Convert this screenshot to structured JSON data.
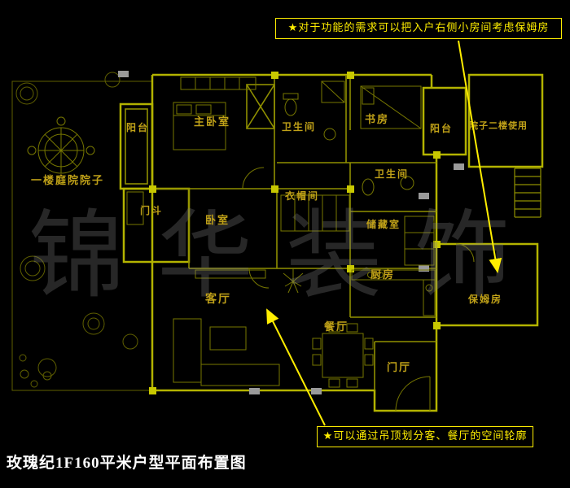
{
  "title": "玫瑰纪1F160平米户型平面布置图",
  "watermark": "锦华装饰",
  "annotations": {
    "nanny_note": "★对于功能的需求可以把入户右侧小房间考虑保姆房",
    "ceiling_note": "★可以通过吊顶划分客、餐厅的空间轮廓"
  },
  "rooms": {
    "master_bedroom": "主卧室",
    "balcony_left": "阳台",
    "bathroom_top": "卫生间",
    "study": "书房",
    "balcony_right": "阳台",
    "yard_upper": "院子二楼使用",
    "courtyard": "一楼庭院院子",
    "cloakroom": "衣帽间",
    "bathroom_mid": "卫生间",
    "vestibule": "门斗",
    "bedroom": "卧室",
    "storage": "储藏室",
    "kitchen": "厨房",
    "nanny_room": "保姆房",
    "living_room": "客厅",
    "dining_room": "餐厅",
    "entrance": "门厅"
  },
  "colors": {
    "background": "#000000",
    "wall": "#b3b300",
    "wall_thin": "#8f8f00",
    "furniture": "#777700",
    "label": "#c0a118",
    "annotation": "#ffee00",
    "title": "#ffffff",
    "marker_gray": "#9a9a9a"
  }
}
